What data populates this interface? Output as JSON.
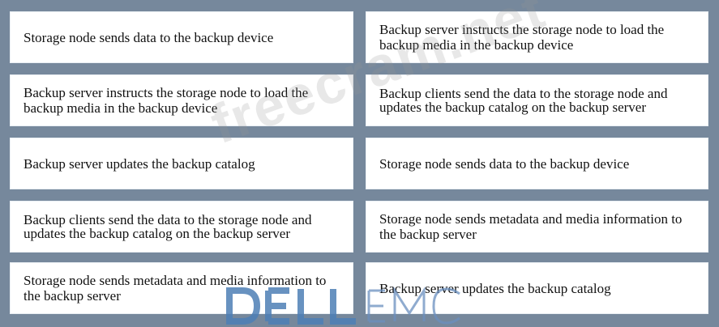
{
  "left_column": [
    {
      "text": "Storage node sends data to the backup device"
    },
    {
      "text": "Backup server instructs the storage node to load the backup media in the backup device"
    },
    {
      "text": "Backup server updates the backup catalog"
    },
    {
      "text": "Backup  clients send the data to the storage node and updates the backup catalog on the backup server"
    },
    {
      "text": "Storage node sends metadata and media information to the backup server"
    }
  ],
  "right_column": [
    {
      "text": "Backup server instructs the storage node to load the backup media in the backup device"
    },
    {
      "text": "Backup  clients send the data to the storage node and updates the backup catalog on the backup server"
    },
    {
      "text": "Storage node sends data to the backup device"
    },
    {
      "text": "Storage node sends metadata and media information to the backup server"
    },
    {
      "text": "Backup server updates the backup catalog"
    }
  ],
  "watermark": {
    "text": "freecram.net"
  },
  "logo": {
    "text": "DELLEMC",
    "color": "#4e7fb6"
  }
}
